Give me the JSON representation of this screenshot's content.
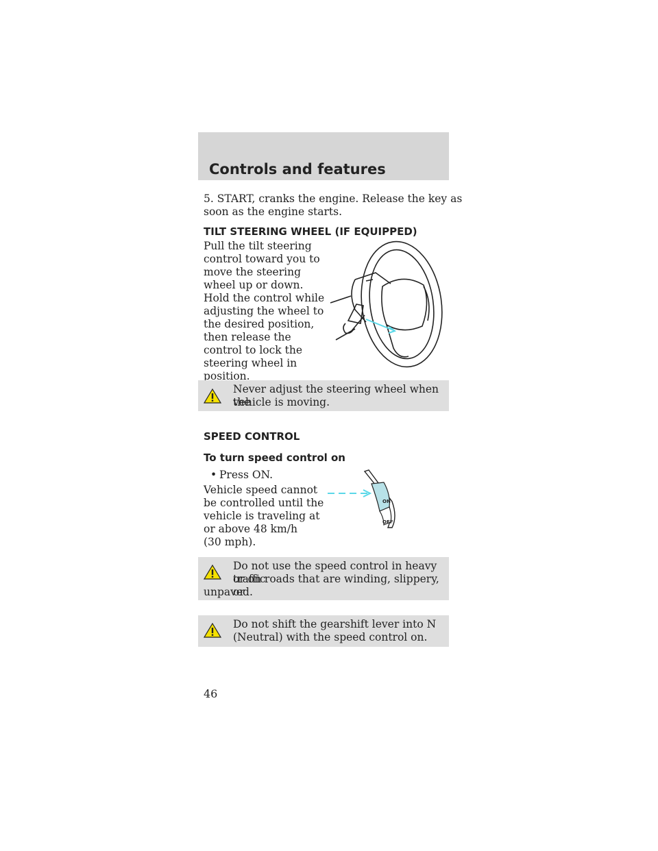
{
  "header": {
    "title": "Controls and features"
  },
  "intro": {
    "line1": "5. START, cranks the engine. Release the key as",
    "line2": "soon as the engine starts."
  },
  "tilt": {
    "heading": "TILT STEERING WHEEL (IF EQUIPPED)",
    "lines": [
      "Pull the tilt steering",
      "control toward you to",
      "move the steering",
      "wheel up or down.",
      "Hold the control while",
      "adjusting the wheel to",
      "the desired position,",
      "then release the",
      "control to lock the",
      "steering wheel in",
      "position."
    ]
  },
  "warning1": {
    "line1": "Never adjust the steering wheel when the",
    "line2": "vehicle is moving."
  },
  "speed": {
    "heading": "SPEED CONTROL",
    "subheading": "To turn speed control on",
    "bullet": "Press ON.",
    "lines": [
      "Vehicle speed cannot",
      "be controlled until the",
      "vehicle is traveling at",
      "or above 48 km/h",
      "(30 mph)."
    ],
    "button_on": "ON",
    "button_off": "OFF"
  },
  "warning2": {
    "line1": "Do not use the speed control in heavy traffic",
    "line2": "or on roads that are winding, slippery, or",
    "line3": "unpaved."
  },
  "warning3": {
    "line1": "Do not shift the gearshift lever into N",
    "line2": "(Neutral) with the speed control on."
  },
  "footer": {
    "page_number": "46"
  },
  "colors": {
    "header_bg": "#d6d6d6",
    "warning_bg": "#dedede",
    "arrow": "#5ad8e8"
  },
  "icons": [
    "warning-triangle-icon"
  ]
}
